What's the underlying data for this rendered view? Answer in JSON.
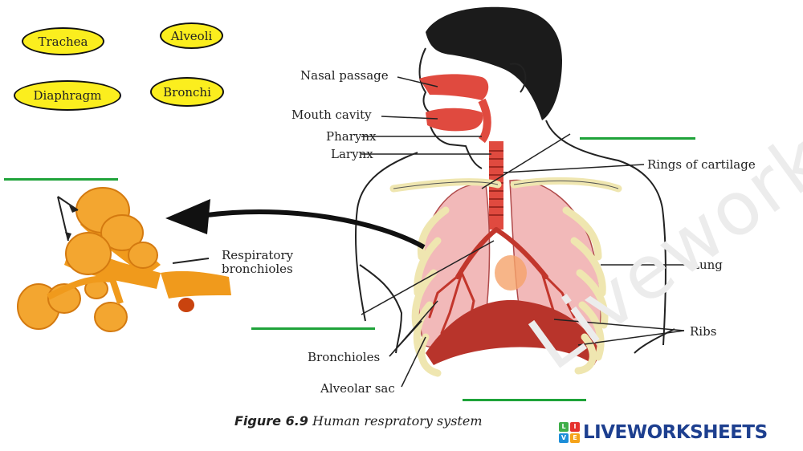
{
  "answer_chips": [
    {
      "id": "trachea",
      "text": "Trachea"
    },
    {
      "id": "alveoli",
      "text": "Alveoli"
    },
    {
      "id": "diaphragm",
      "text": "Diaphragm"
    },
    {
      "id": "bronchi",
      "text": "Bronchi"
    }
  ],
  "labels": {
    "nasal_passage": "Nasal passage",
    "mouth_cavity": "Mouth cavity",
    "pharynx": "Pharynx",
    "larynx": "Larynx",
    "rings_of_cartilage": "Rings of cartilage",
    "lung": "Lung",
    "ribs": "Ribs",
    "bronchioles": "Bronchioles",
    "alveolar_sac": "Alveolar sac",
    "respiratory_bronchioles_1": "Respiratory",
    "respiratory_bronchioles_2": "bronchioles"
  },
  "caption": {
    "figure_number": "Figure 6.9",
    "text": "Human respratory system"
  },
  "watermark": "Liveworksheets",
  "watermark_logo": [
    "L",
    "I",
    "V",
    "E"
  ],
  "brand": "LIVEWORKSHEETS",
  "colors": {
    "chip_fill": "#fbee1e",
    "slot_green": "#1fa33a",
    "airway_red": "#e04a3f",
    "lung_pink": "#f2b9b9",
    "rib_cream": "#efe6b0",
    "alveoli_orange": "#f09a1c",
    "brand_blue": "#1d3f8f"
  }
}
